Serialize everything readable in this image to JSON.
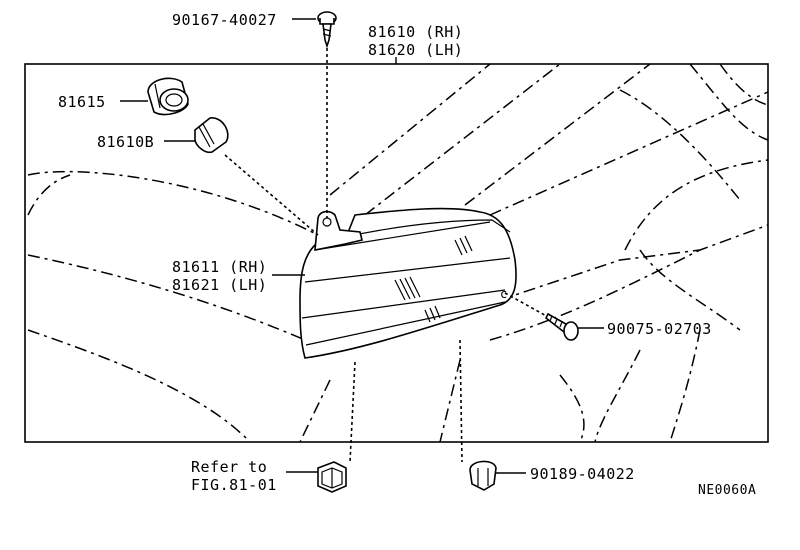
{
  "parts": {
    "screw_top": "90167-40027",
    "lamp_rh": "81610 (RH)",
    "lamp_lh": "81620 (LH)",
    "socket": "81615",
    "bulb": "81610B",
    "lens_rh": "81611 (RH)",
    "lens_lh": "81621 (LH)",
    "screw_right": "90075-02703",
    "refer_line1": "Refer to",
    "refer_line2": "FIG.81-01",
    "clip": "90189-04022"
  },
  "figure_code": "NE0060A"
}
